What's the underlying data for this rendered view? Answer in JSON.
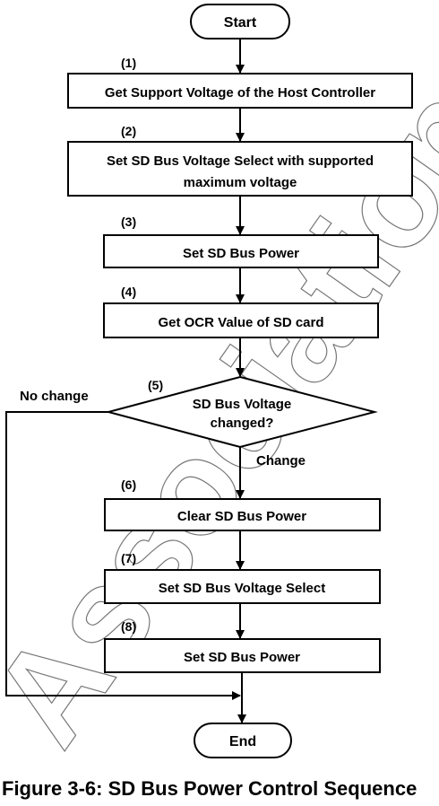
{
  "watermark": "Association",
  "caption": "Figure 3-6: SD Bus Power Control Sequence",
  "flow": {
    "start": "Start",
    "end": "End",
    "steps": [
      {
        "num": "(1)",
        "lines": [
          "Get Support Voltage of the Host Controller"
        ]
      },
      {
        "num": "(2)",
        "lines": [
          "Set SD Bus Voltage Select with supported",
          "maximum voltage"
        ]
      },
      {
        "num": "(3)",
        "lines": [
          "Set SD Bus Power"
        ]
      },
      {
        "num": "(4)",
        "lines": [
          "Get OCR Value of SD card"
        ]
      },
      {
        "num": "(6)",
        "lines": [
          "Clear SD Bus Power"
        ]
      },
      {
        "num": "(7)",
        "lines": [
          "Set SD Bus Voltage Select"
        ]
      },
      {
        "num": "(8)",
        "lines": [
          "Set SD Bus Power"
        ]
      }
    ],
    "decision": {
      "num": "(5)",
      "lines": [
        "SD Bus Voltage",
        "changed?"
      ]
    },
    "no_change_label": "No change",
    "change_label": "Change"
  }
}
